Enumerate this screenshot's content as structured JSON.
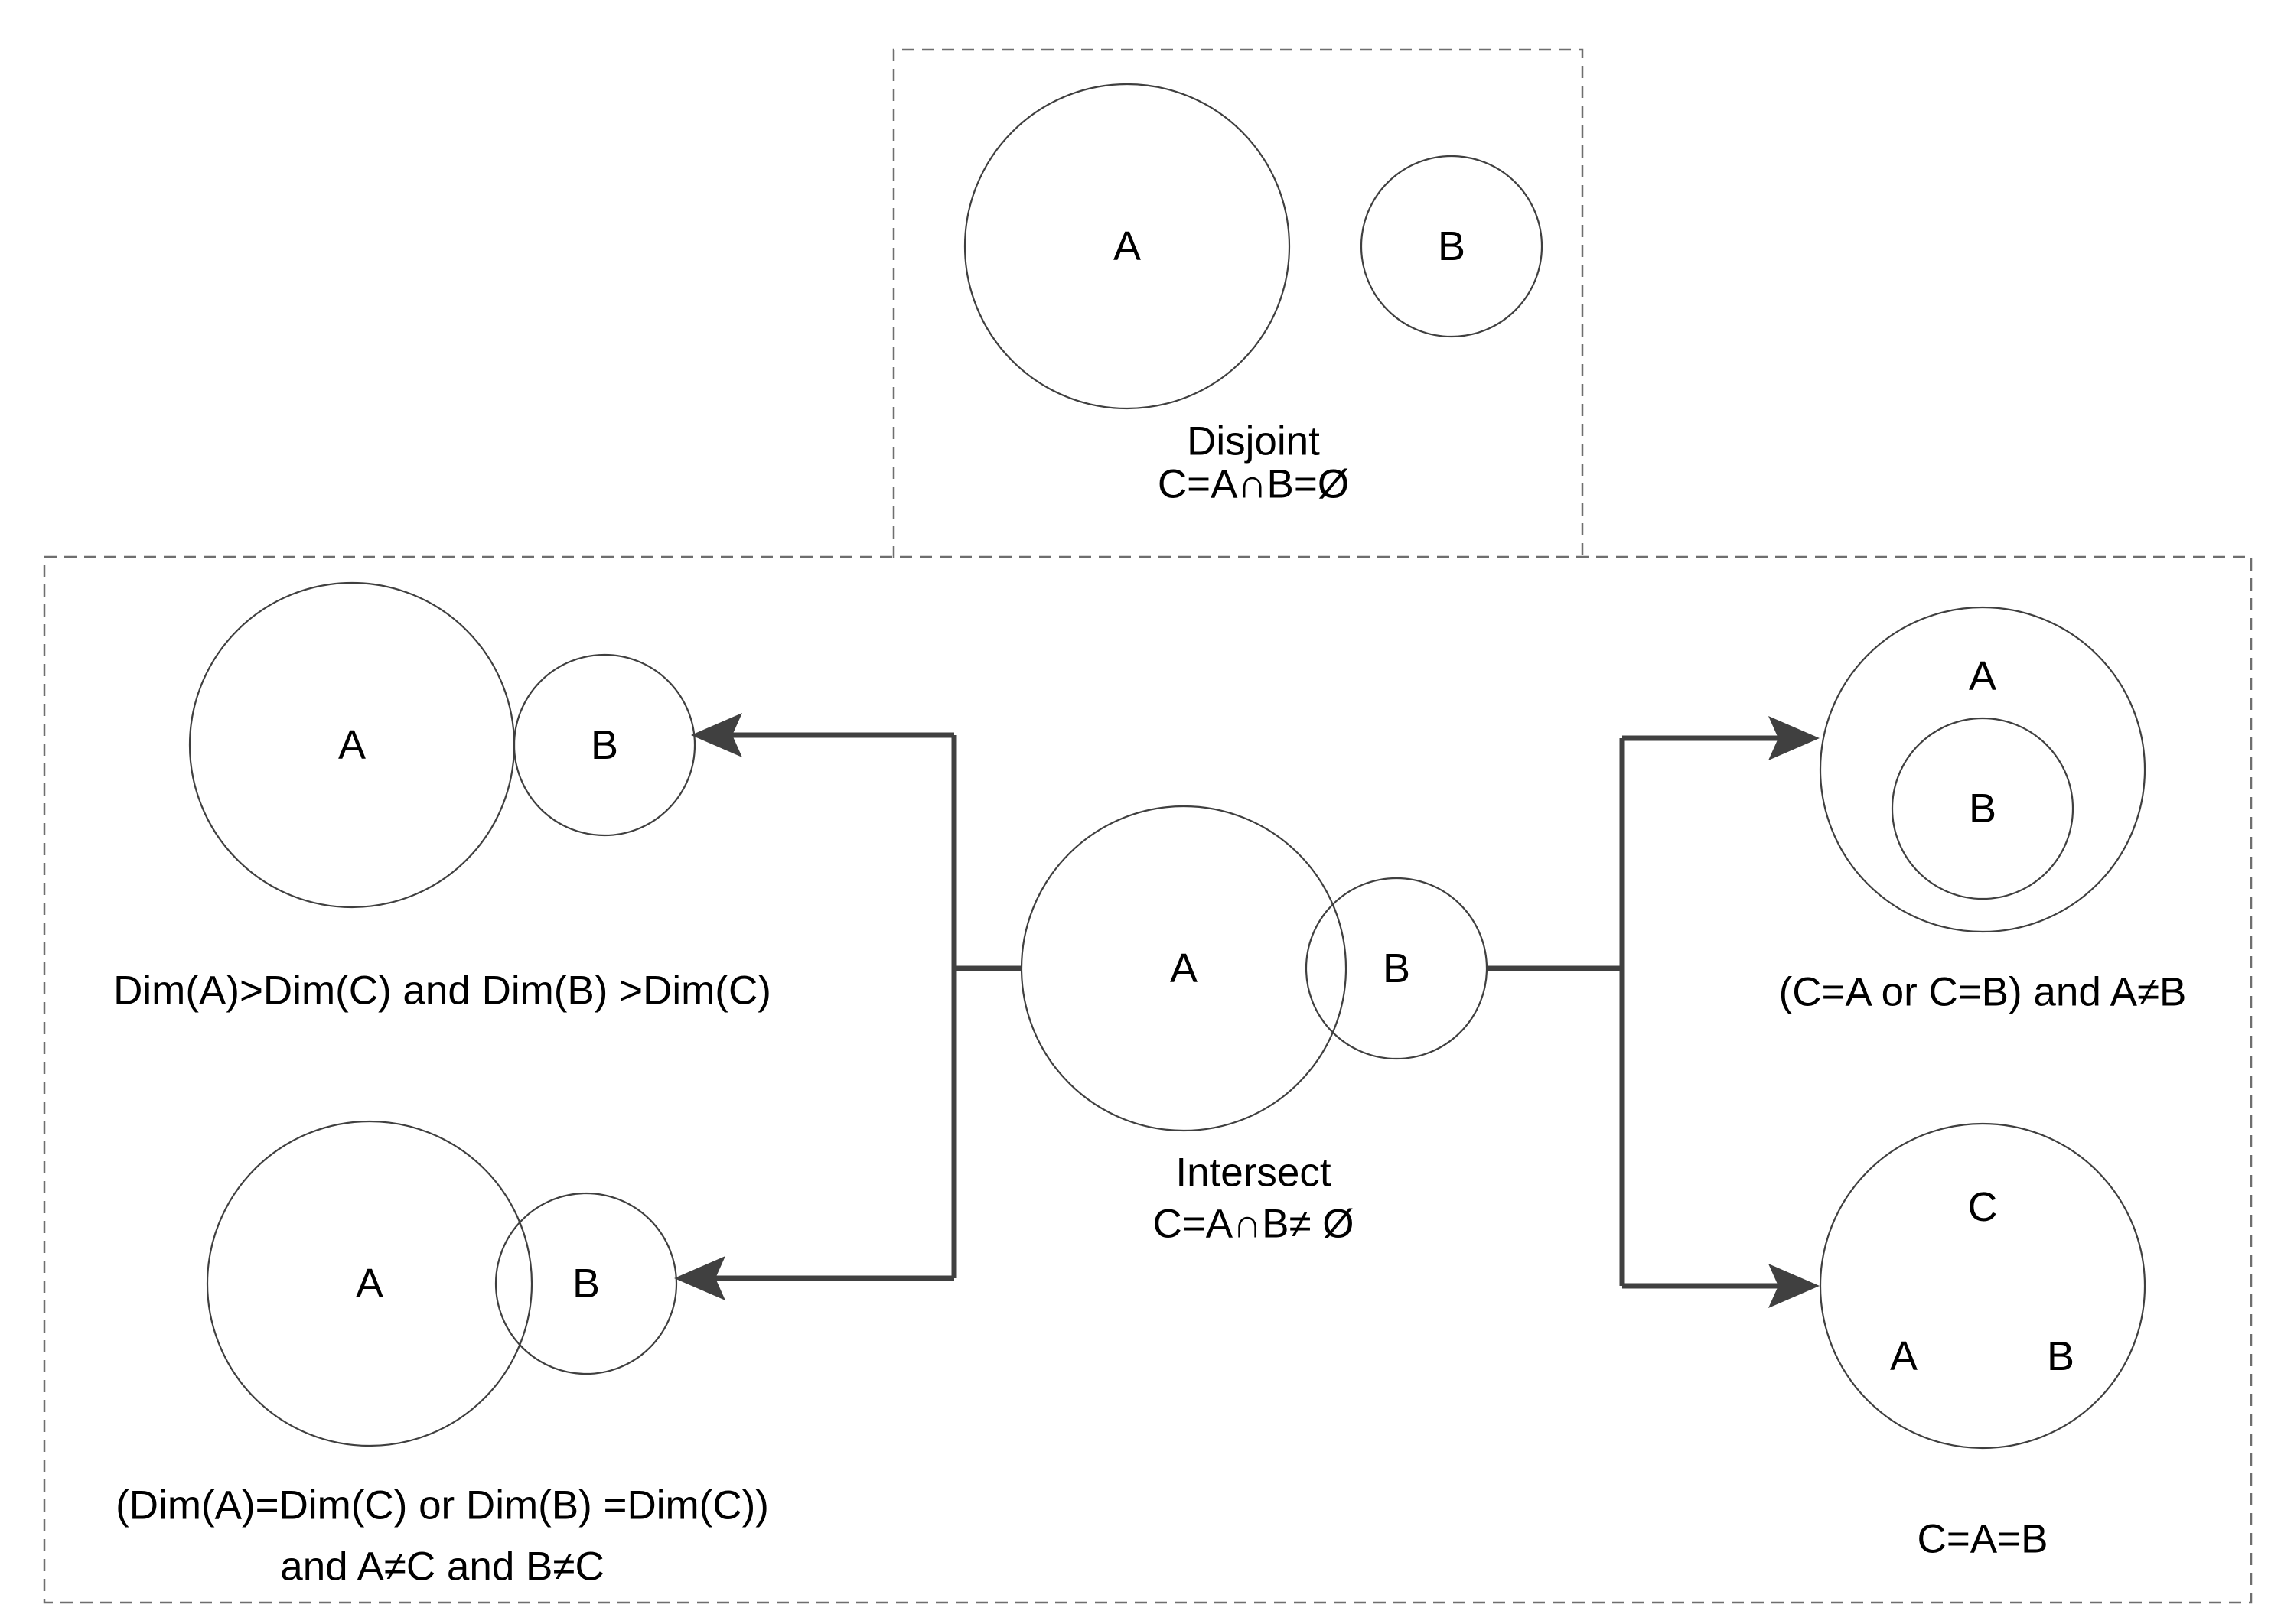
{
  "disjoint": {
    "circle_a": "A",
    "circle_b": "B",
    "title": "Disjoint",
    "formula": "C=A∩B=Ø"
  },
  "intersect": {
    "circle_a": "A",
    "circle_b": "B",
    "title": "Intersect",
    "formula": "C=A∩B≠ Ø"
  },
  "touching_case": {
    "circle_a": "A",
    "circle_b": "B",
    "caption": "Dim(A)>Dim(C) and Dim(B) >Dim(C)"
  },
  "overlap_case": {
    "circle_a": "A",
    "circle_b": "B",
    "caption_line1": "(Dim(A)=Dim(C) or Dim(B) =Dim(C))",
    "caption_line2": "and A≠C and B≠C"
  },
  "contains_case": {
    "circle_a": "A",
    "circle_b": "B",
    "caption": "(C=A or C=B) and A≠B"
  },
  "equal_case": {
    "circle_c": "C",
    "label_a": "A",
    "label_b": "B",
    "caption": "C=A=B"
  }
}
